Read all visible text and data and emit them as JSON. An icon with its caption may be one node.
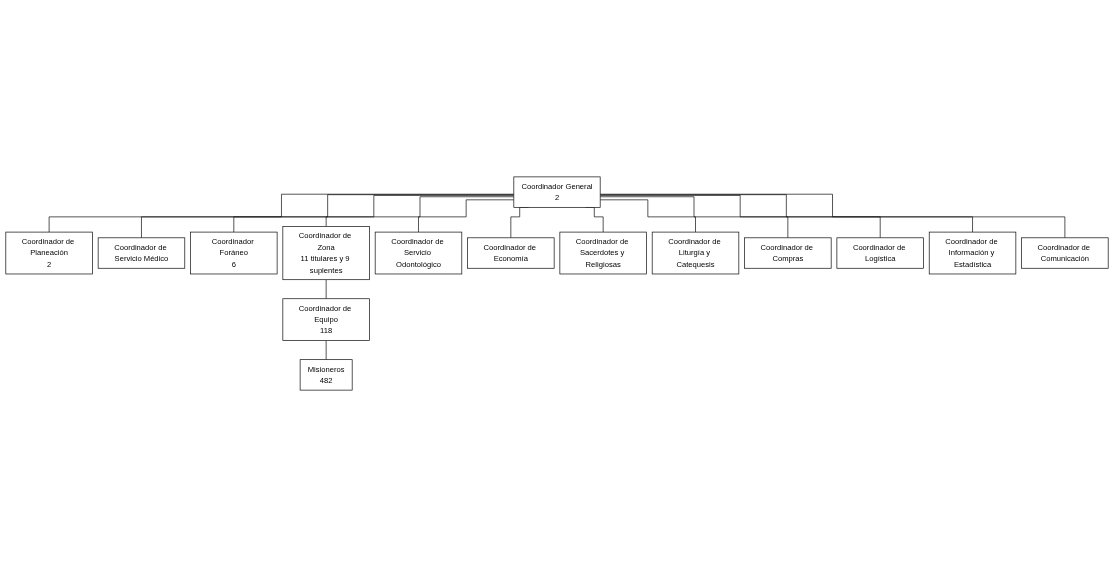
{
  "diagram": {
    "nodes": [
      {
        "text": [
          "Coordinador General",
          "2"
        ]
      },
      {
        "text": [
          "Coordinador de Planeación",
          "2"
        ]
      },
      {
        "text": [
          "Coordinador de Servicio Médico"
        ]
      },
      {
        "text": [
          "Coordinador Foráneo",
          "6"
        ]
      },
      {
        "text": [
          "Coordinador de Zona",
          "11 titulares y 9 suplentes"
        ]
      },
      {
        "text": [
          "Coordinador de Servicio Odontológico"
        ]
      },
      {
        "text": [
          "Coordinador de Economía"
        ]
      },
      {
        "text": [
          "Coordinador de Equipo",
          "118"
        ]
      },
      {
        "text": [
          "Coordinador de Sacerdotes y Religiosas"
        ]
      },
      {
        "text": [
          "Coordinador de Liturgía y Catequesis"
        ]
      },
      {
        "text": [
          "Coordinador de Compras"
        ]
      },
      {
        "text": [
          "Coordinador de Logística"
        ]
      },
      {
        "text": [
          "Misioneros",
          "482"
        ]
      },
      {
        "text": [
          "Coordinador de Información y Estadística"
        ]
      },
      {
        "text": [
          "Coordinador de Comunicación"
        ]
      }
    ],
    "edges": [
      {
        "from": 0,
        "to": 1,
        "arrow": "none"
      },
      {
        "from": 0,
        "to": 2,
        "arrow": "none"
      },
      {
        "from": 0,
        "to": 3,
        "arrow": "none"
      },
      {
        "from": 0,
        "to": 4,
        "arrow": "none"
      },
      {
        "from": 0,
        "to": 5,
        "arrow": "none"
      },
      {
        "from": 0,
        "to": 6,
        "arrow": "none"
      },
      {
        "from": 0,
        "to": 8,
        "arrow": "none"
      },
      {
        "from": 0,
        "to": 9,
        "arrow": "none"
      },
      {
        "from": 0,
        "to": 10,
        "arrow": "none"
      },
      {
        "from": 0,
        "to": 11,
        "arrow": "none"
      },
      {
        "from": 0,
        "to": 13,
        "arrow": "none"
      },
      {
        "from": 0,
        "to": 14,
        "arrow": "none"
      },
      {
        "from": 4,
        "to": 7,
        "arrow": "none"
      },
      {
        "from": 7,
        "to": 12,
        "arrow": "none"
      }
    ]
  }
}
